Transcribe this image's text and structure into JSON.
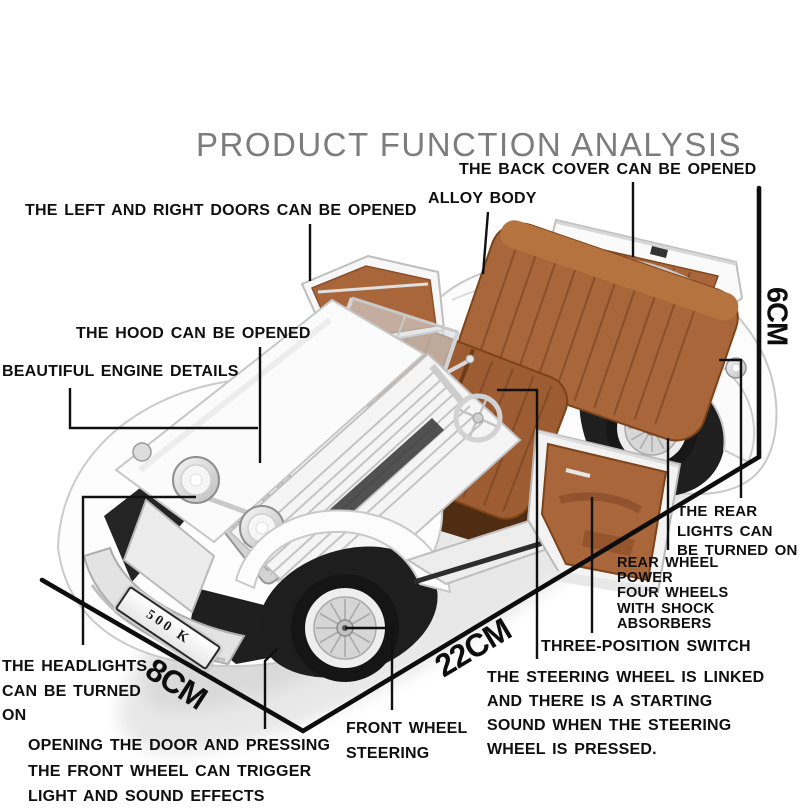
{
  "title": "PRODUCT FUNCTION ANALYSIS",
  "labels": {
    "back_cover": "THE BACK COVER CAN BE OPENED",
    "alloy_body": "ALLOY BODY",
    "doors": "THE LEFT AND RIGHT DOORS CAN BE OPENED",
    "hood": "THE HOOD CAN BE OPENED",
    "engine": "BEAUTIFUL ENGINE DETAILS",
    "rear_lights": [
      "THE REAR",
      "LIGHTS CAN",
      "BE TURNED ON"
    ],
    "rear_wheel": [
      "REAR WHEEL",
      "POWER",
      "FOUR WHEELS",
      "WITH SHOCK",
      "ABSORBERS"
    ],
    "switch": "THREE-POSITION SWITCH",
    "steering": [
      "THE STEERING WHEEL IS LINKED",
      "AND THERE IS A STARTING",
      "SOUND WHEN THE STEERING",
      "WHEEL IS PRESSED."
    ],
    "headlights": [
      "THE HEADLIGHTS",
      "CAN BE TURNED",
      "ON"
    ],
    "door_press": [
      "OPENING THE DOOR AND PRESSING",
      "THE FRONT WHEEL CAN TRIGGER",
      "LIGHT AND SOUND EFFECTS"
    ],
    "front_wheel": [
      "FRONT WHEEL",
      "STEERING"
    ]
  },
  "dimensions": {
    "height": "6CM",
    "length": "22CM",
    "width": "8CM"
  },
  "license_plate": "500 K",
  "colors": {
    "label_text": "#0f0f0f",
    "title_text": "#7c7c7c",
    "leather": "#a8663a",
    "body": "#fcfcfc",
    "chrome": "#d6d6d6",
    "tire": "#1a1a1a"
  }
}
